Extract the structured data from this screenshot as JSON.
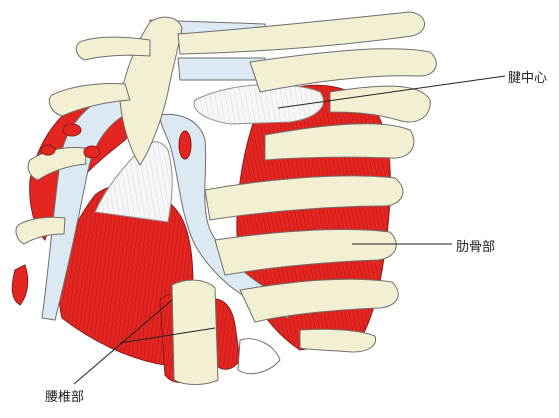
{
  "labels": {
    "central_tendon": "腱中心",
    "costal_part": "肋骨部",
    "lumbar_part": "腰椎部"
  },
  "colors": {
    "muscle": "#e52620",
    "muscle_stroke": "#8a1a1a",
    "bone": "#f3efd2",
    "cartilage": "#dce9f2",
    "outline": "#6e6e6e",
    "tendon": "#f4f4f4",
    "leader_line": "#222222"
  }
}
